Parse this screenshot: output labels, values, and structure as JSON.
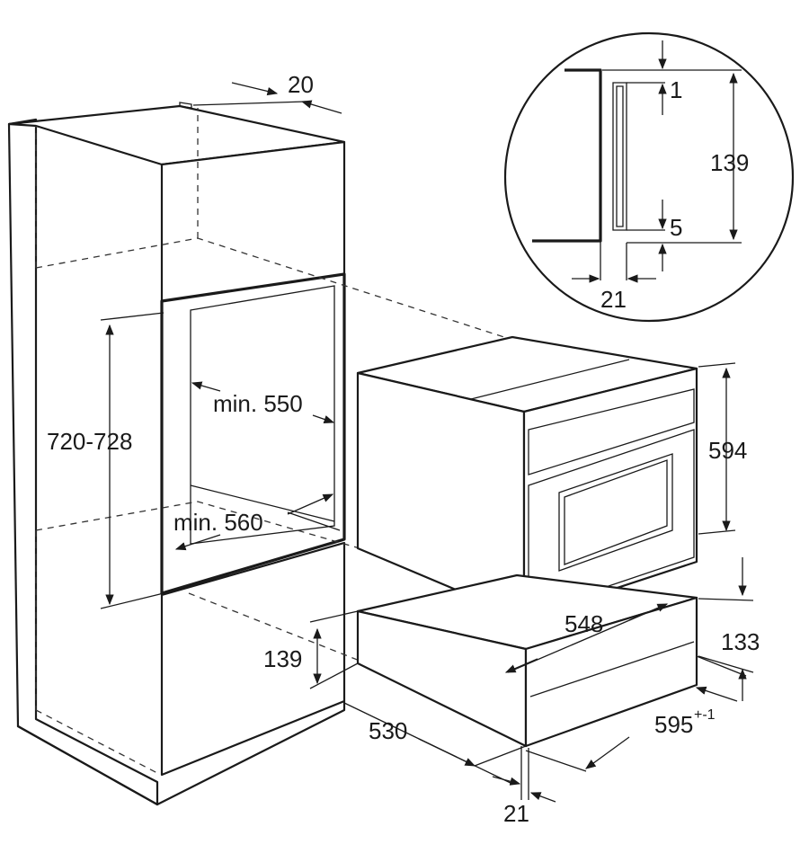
{
  "dimensions": {
    "top_depth": "20",
    "niche_height": "720-728",
    "niche_width": "min. 550",
    "niche_depth": "min. 560",
    "drawer_front_height": "139",
    "cabinet_depth": "530",
    "side_offset": "21",
    "oven_height": "594",
    "oven_depth": "548",
    "drawer_height": "133",
    "overall_width": "595",
    "overall_width_tolerance": "+-1",
    "detail_gap_top": "1",
    "detail_height": "139",
    "detail_gap_bottom": "5",
    "detail_offset": "21"
  }
}
